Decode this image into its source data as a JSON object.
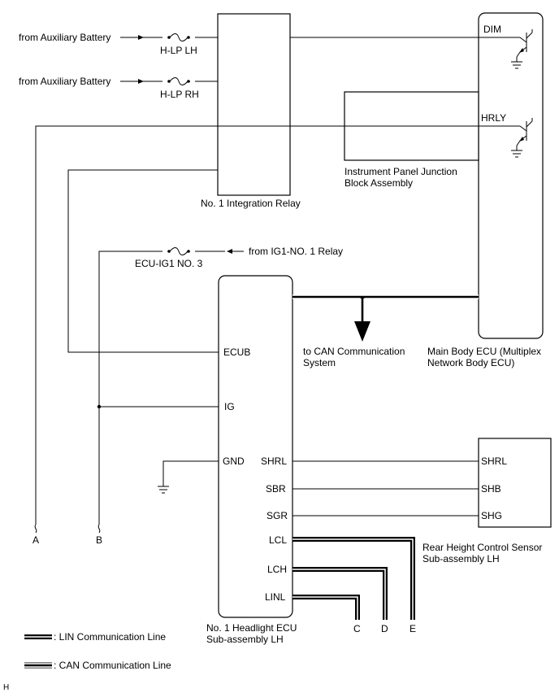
{
  "sources": {
    "aux_battery_1": "from Auxiliary Battery",
    "aux_battery_2": "from Auxiliary Battery",
    "ig1_relay": "from IG1-NO. 1 Relay"
  },
  "fuses": {
    "hlp_lh": "H-LP LH",
    "hlp_rh": "H-LP RH",
    "ecu_ig1": "ECU-IG1 NO. 3"
  },
  "components": {
    "integration_relay": "No. 1 Integration Relay",
    "junction_block_line1": "Instrument Panel Junction",
    "junction_block_line2": "Block Assembly",
    "main_body_ecu_line1": "Main Body ECU (Multiplex",
    "main_body_ecu_line2": "Network Body ECU)",
    "headlight_ecu_line1": "No. 1 Headlight ECU",
    "headlight_ecu_line2": "Sub-assembly LH",
    "height_sensor_line1": "Rear Height Control Sensor",
    "height_sensor_line2": "Sub-assembly LH"
  },
  "pins": {
    "dim": "DIM",
    "hrly": "HRLY",
    "ecub": "ECUB",
    "ig": "IG",
    "gnd": "GND",
    "shrl": "SHRL",
    "sbr": "SBR",
    "sgr": "SGR",
    "lcl": "LCL",
    "lch": "LCH",
    "linl": "LINL",
    "sensor_shrl": "SHRL",
    "sensor_shb": "SHB",
    "sensor_shg": "SHG"
  },
  "can_label_line1": "to CAN Communication",
  "can_label_line2": "System",
  "connectors": {
    "a": "A",
    "b": "B",
    "c": "C",
    "d": "D",
    "e": "E"
  },
  "legend": {
    "lin": ": LIN Communication Line",
    "can": ": CAN Communication Line"
  },
  "footer_code": "H"
}
